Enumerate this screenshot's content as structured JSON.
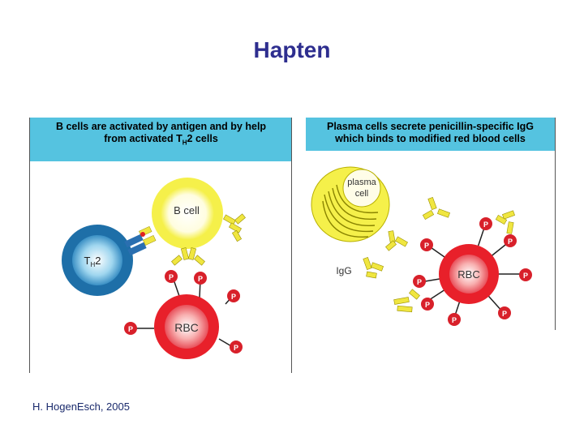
{
  "title": "Hapten",
  "credit": "H. HogenEsch, 2005",
  "left_panel": {
    "caption_line1": "B cells are activated by antigen and by help",
    "caption_line2_prefix": "from activated T",
    "caption_line2_sub": "H",
    "caption_line2_suffix": "2 cells",
    "th2_label_prefix": "T",
    "th2_label_sub": "H",
    "th2_label_suffix": "2",
    "bcell_label": "B cell",
    "rbc_label": "RBC",
    "hapten_label": "P"
  },
  "right_panel": {
    "caption_line1": "Plasma cells secrete penicillin-specific IgG",
    "caption_line2": "which binds to modified red blood cells",
    "plasma_label_line1": "plasma",
    "plasma_label_line2": "cell",
    "igg_label": "IgG",
    "rbc_label": "RBC",
    "hapten_label": "P"
  },
  "colors": {
    "title": "#2e2e8f",
    "banner": "#55c3e0",
    "th2_cell": "#1e6fa8",
    "b_cell": "#f5f04a",
    "rbc": "#e8202a",
    "hapten": "#d8202a",
    "antibody": "#f0e640"
  }
}
